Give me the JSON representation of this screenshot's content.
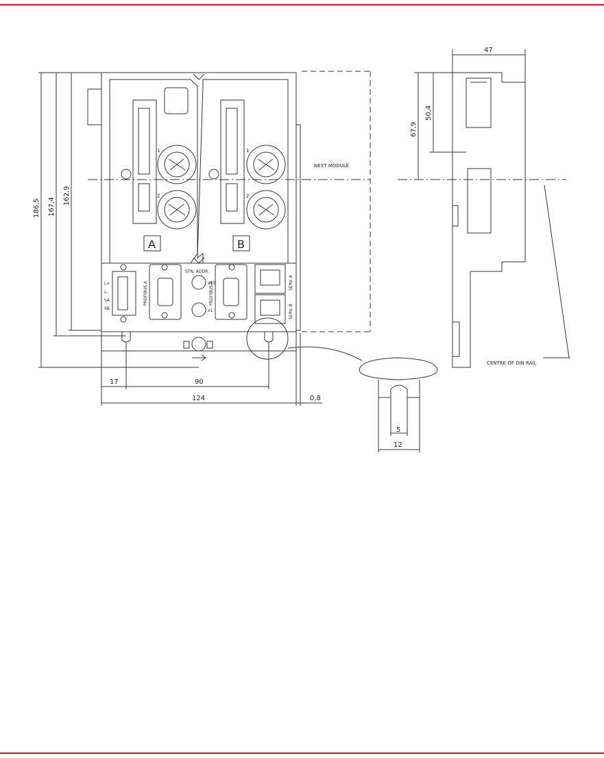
{
  "colors": {
    "rule": "#e0101a",
    "line": "#333333",
    "hatch": "#555555"
  },
  "dimensions": {
    "total_height": "186,5",
    "height_to_slot": "167,4",
    "height_body": "162,9",
    "slot_offset": "17",
    "slot_spacing": "90",
    "width": "124",
    "gap": "0,8",
    "depth": "47",
    "rail_upper": "67,9",
    "rail_connector": "50,4",
    "slot_inner": "5",
    "slot_outer": "12"
  },
  "labels": {
    "next_module": "NEXT MODULE",
    "centre_din_rail": "CENTRE OF DIN RAIL",
    "bay_a": "A",
    "bay_b": "B",
    "slot_1a": "1",
    "slot_2a": "2",
    "slot_1b": "1",
    "slot_2b": "2",
    "profibus_a": "PROFIBUS A",
    "profibus_b": "PROFIBUS B",
    "stn_addr": "STN. ADDR.",
    "x10": "x10",
    "x1": "x1",
    "serv_a": "SERV. A",
    "serv_b": "SERV. B",
    "term_l_plus": "L+",
    "term_l_minus": "L-",
    "term_sa": "SA",
    "term_sb": "SB"
  }
}
